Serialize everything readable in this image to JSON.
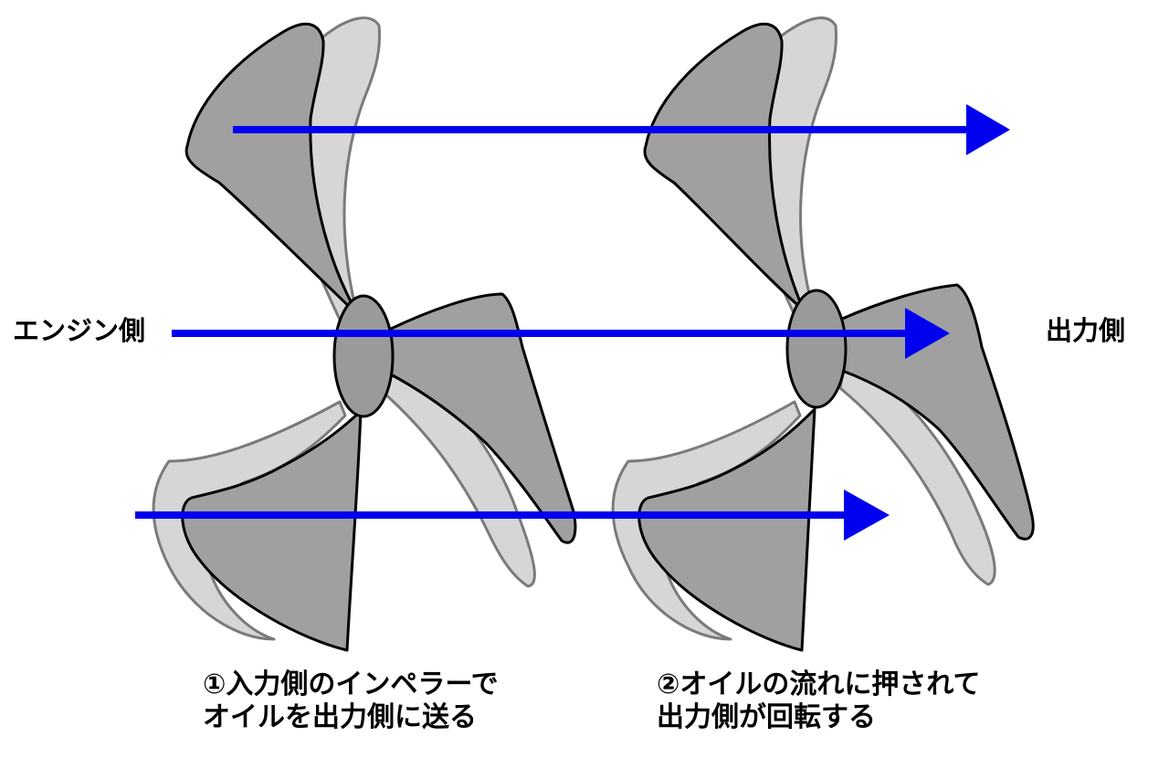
{
  "labels": {
    "engine_side": "エンジン側",
    "output_side": "出力側"
  },
  "captions": {
    "impeller": [
      "①入力側のインペラーで",
      "オイルを出力側に送る"
    ],
    "turbine": [
      "②オイルの流れに押されて",
      "出力側が回転する"
    ]
  },
  "colors": {
    "arrow": "#0000ee",
    "blade_front": "#a0a0a0",
    "blade_back": "#d6d6d6",
    "hub": "#9a9a9a",
    "outline": "#000000"
  },
  "icons": {
    "impeller": "impeller-fan-icon",
    "turbine": "turbine-fan-icon",
    "flow_arrow": "flow-arrow-icon"
  }
}
